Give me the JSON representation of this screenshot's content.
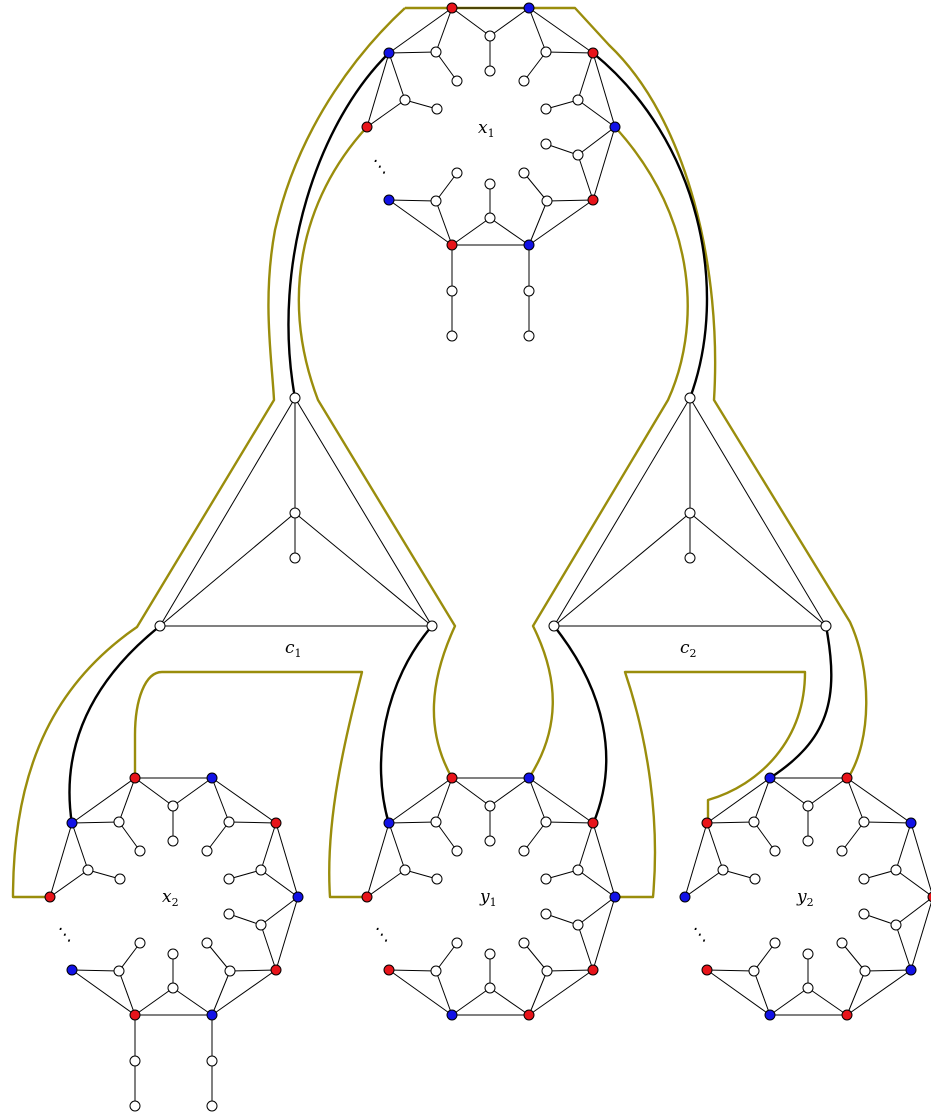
{
  "colors": {
    "red": "#e8141a",
    "blue": "#1212e6",
    "white": "#ffffff",
    "path": "#9a8d0c"
  },
  "labels": {
    "x1": {
      "base": "x",
      "sub": "1"
    },
    "x2": {
      "base": "x",
      "sub": "2"
    },
    "y1": {
      "base": "y",
      "sub": "1"
    },
    "y2": {
      "base": "y",
      "sub": "2"
    },
    "c1": {
      "base": "c",
      "sub": "1"
    },
    "c2": {
      "base": "c",
      "sub": "2"
    }
  },
  "ellipsis": "⋱"
}
